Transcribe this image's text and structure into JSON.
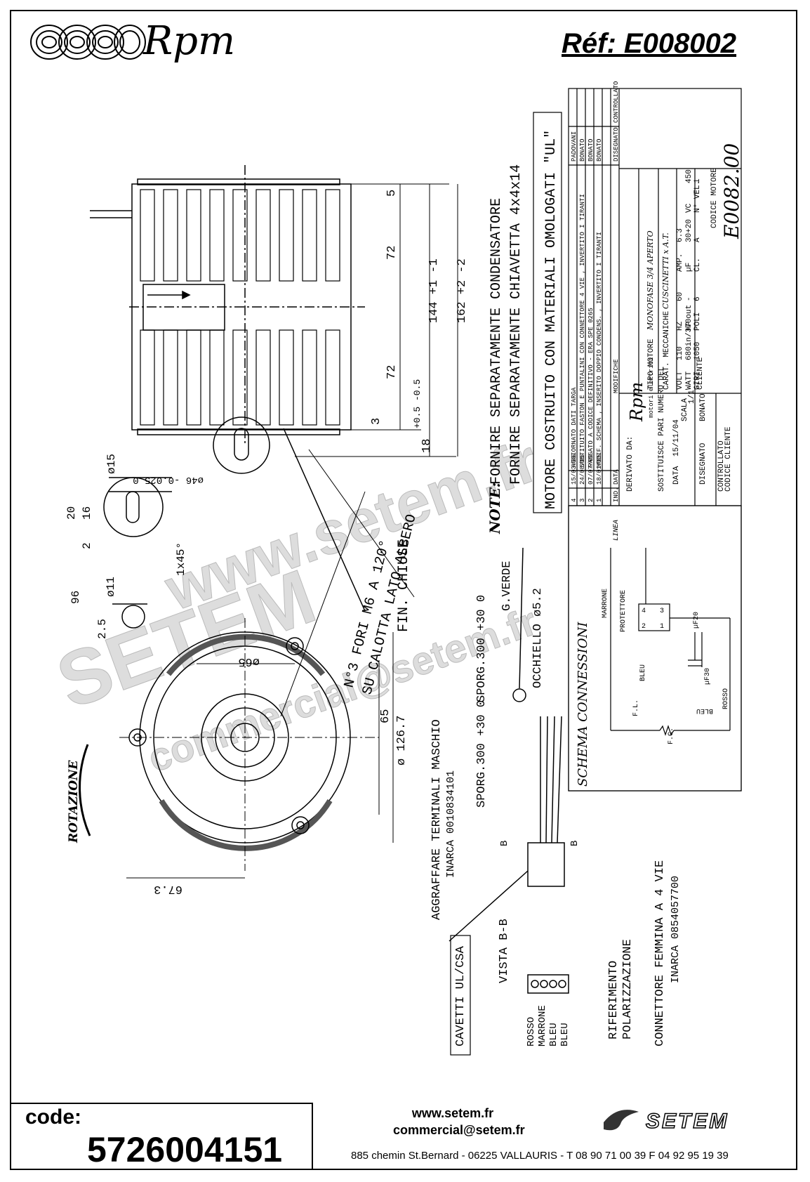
{
  "header": {
    "brand": "Rpm",
    "reference": "Réf:  E008002"
  },
  "footer": {
    "code_label": "code:",
    "code_value": "5726004151",
    "web": "www.setem.fr",
    "email": "commercial@setem.fr",
    "address": "885 chemin St.Bernard  -  06225 VALLAURIS  -  T 08 90 71 00 39   F 04 92 95 19 39",
    "logo": "SETEM"
  },
  "watermark": {
    "line1": "www.setem.fr",
    "line2": "SETEM",
    "line3": "commercial@setem.fr"
  },
  "drawing": {
    "side_dims": [
      "5",
      "72",
      "144 +1 -1",
      "162 +2 -2",
      "72",
      "3",
      "+0.5 -0.5",
      "18"
    ],
    "shaft_dia": "ø46 -0.025  0",
    "detail_dims": [
      "ø15",
      "20",
      "16",
      "2",
      "1x45°"
    ],
    "key_dims": [
      "ø11",
      "96",
      "2.5"
    ],
    "holes_note": "N°3 FORI M6 A 120°",
    "holes_note2": "SU CALOTTA LATO ALBERO",
    "fin_note": "FIN. CHIUSE",
    "front_dims": [
      "ø65",
      "65",
      "ø 126.7",
      "67.3"
    ],
    "rotation": "ROTAZIONE",
    "green_wire": "SPORG.300 +30 0",
    "green_wire_color": "G.VERDE",
    "eyelet": "OCCHIELLO ø5.2",
    "terminals": "AGGRAFFARE TERMINALI MASCHIO",
    "terminals_code": "INARCA 0010834101",
    "wire_length": "SPORG.300 +30 0",
    "section_b1": "B",
    "section_b2": "B",
    "view": "VISTA B-B",
    "cables": "CAVETTI UL/CSA",
    "wire_colors": [
      "ROSSO",
      "MARRONE",
      "BLEU",
      "BLEU"
    ],
    "polarization": "RIFERIMENTO",
    "polarization2": "POLARIZZAZIONE",
    "connector": "CONNETTORE FEMMINA A 4 VIE",
    "connector_code": "INARCA 0854057700",
    "note_label": "NOTE:",
    "note1": "FORNIRE SEPARATAMENTE CONDENSATORE",
    "note2": "FORNIRE SEPARATAMENTE CHIAVETTA 4x4x14",
    "note3": "MOTORE COSTRUITO CON MATERIALI OMOLOGATI \"UL\""
  },
  "schema": {
    "title": "SCHEMA CONNESSIONI",
    "linea": "LINEA",
    "marrone": "MARRONE",
    "protettore": "PROTETTORE",
    "bleu": "BLEU",
    "bleu2": "BLEU",
    "rosso": "ROSSO",
    "cap1": "µF20",
    "cap2": "µF30",
    "fl": "F.L.",
    "fc": "F.C.",
    "terminals": [
      "4",
      "3",
      "2",
      "1"
    ]
  },
  "title_block": {
    "revisions": [
      {
        "n": "4",
        "date": "15/03/06",
        "text": "AGGIORNATO DATI TARGA",
        "by": "PADOVANI"
      },
      {
        "n": "3",
        "date": "24/08/05",
        "text": "SOSTITUITO FASTON E PUNTALINI CON CONNETTORE 4 VIE , INVERTITO I TIRANTI",
        "by": "BONATO"
      },
      {
        "n": "2",
        "date": "07/07/05",
        "text": "PASSATO A CODICE DEFINITIVO - ERA SPE 0265",
        "by": "BONATO"
      },
      {
        "n": "1",
        "date": "18/01/05",
        "text": "MODIF. SCHEMA , INSERITO DOPPIO CONDENS. , INVERTITO I TIRANTI",
        "by": "BONATO"
      }
    ],
    "rev_headers": [
      "IND.",
      "DATA",
      "MODIFICHE",
      "DISEGNATO",
      "CONTROLLATO"
    ],
    "company": "Rpm",
    "company_sub": "motori elettrici",
    "derivato": "DERIVATO DA:",
    "sostituisce": "SOSTITUISCE PARI NUMERO DEL",
    "data_label": "DATA",
    "data_value": "15/11/04",
    "scala_label": "SCALA",
    "scala_value": "1/1",
    "disegnato_label": "DISEGNATO",
    "disegnato_value": "BONATO",
    "controllato_label": "CONTROLLATO",
    "tipo_motore_label": "TIPO MOTORE",
    "tipo_motore": "MONOFASE 3/4 APERTO",
    "carat_label": "CARAT. MECCANICHE",
    "carat": "CUSCINETTI x A.T.",
    "specs": [
      [
        "VOLT",
        "110",
        "HZ",
        "60",
        "AMP.",
        "6.3"
      ],
      [
        "WATT",
        "680in/370out",
        "HP",
        "-",
        "µF",
        "30+20",
        "VC",
        "450"
      ],
      [
        "GIRI",
        "1050",
        "POLI",
        "6",
        "CL.",
        "A",
        "N° VEL.",
        "1"
      ]
    ],
    "cliente_label": "CLIENTE",
    "codice_cliente_label": "CODICE CLIENTE",
    "codice_motore_label": "CODICE MOTORE",
    "codice_motore": "E0082.00"
  }
}
